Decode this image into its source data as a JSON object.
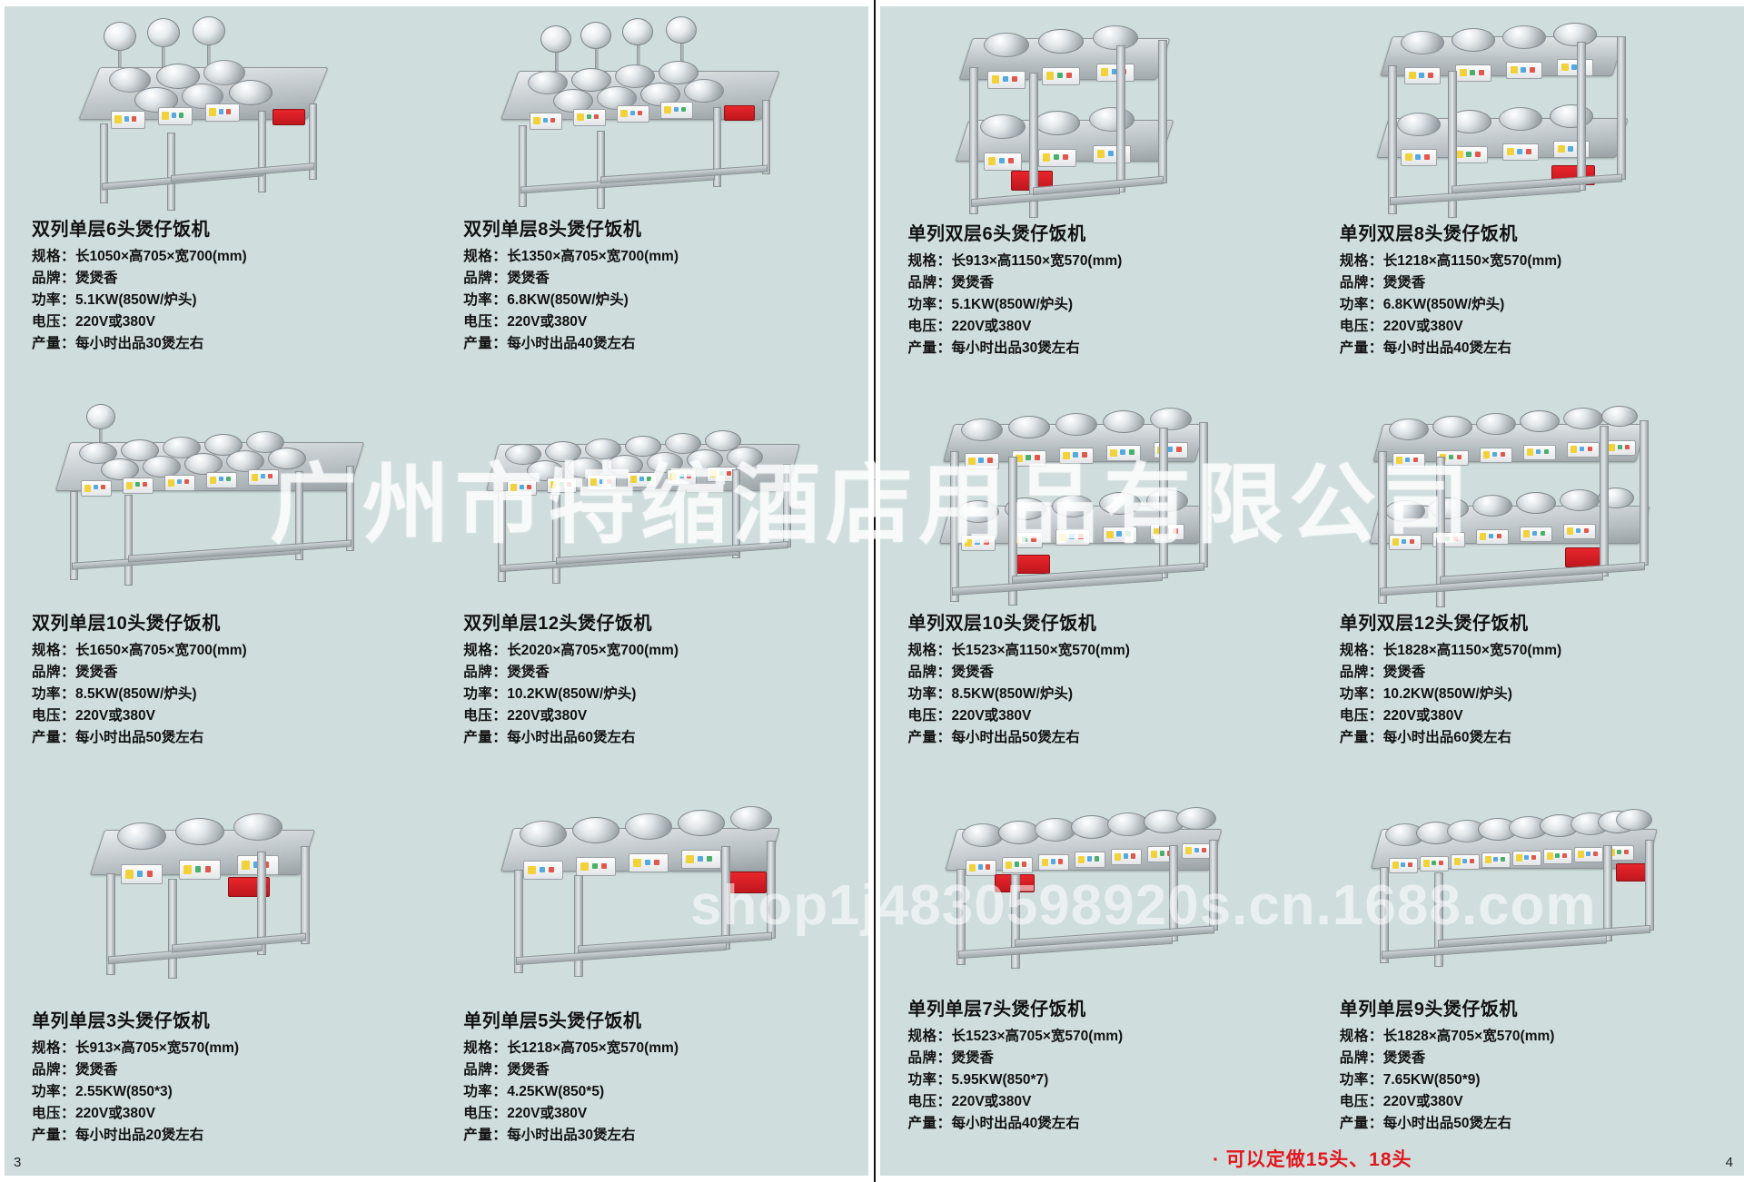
{
  "document": {
    "type": "product-catalog-spread",
    "brand_watermark": "广州市特缩酒店用品有限公司",
    "url_watermark": "shop1j4830598920s.cn.1688.com"
  },
  "labels": {
    "spec": "规格：",
    "brand": "品牌：",
    "power": "功率：",
    "voltage": "电压：",
    "output": "产量："
  },
  "left_page": {
    "page_number": "3",
    "products": [
      {
        "title": "双列单层6头煲仔饭机",
        "spec": "长1050×高705×宽700(mm)",
        "brand": "煲煲香",
        "power": "5.1KW(850W/炉头)",
        "voltage": "220V或380V",
        "output": "每小时出品30煲左右"
      },
      {
        "title": "双列单层8头煲仔饭机",
        "spec": "长1350×高705×宽700(mm)",
        "brand": "煲煲香",
        "power": "6.8KW(850W/炉头)",
        "voltage": "220V或380V",
        "output": "每小时出品40煲左右"
      },
      {
        "title": "双列单层10头煲仔饭机",
        "spec": "长1650×高705×宽700(mm)",
        "brand": "煲煲香",
        "power": "8.5KW(850W/炉头)",
        "voltage": "220V或380V",
        "output": "每小时出品50煲左右"
      },
      {
        "title": "双列单层12头煲仔饭机",
        "spec": "长2020×高705×宽700(mm)",
        "brand": "煲煲香",
        "power": "10.2KW(850W/炉头)",
        "voltage": "220V或380V",
        "output": "每小时出品60煲左右"
      },
      {
        "title": "单列单层3头煲仔饭机",
        "spec": "长913×高705×宽570(mm)",
        "brand": "煲煲香",
        "power": "2.55KW(850*3)",
        "voltage": "220V或380V",
        "output": "每小时出品20煲左右"
      },
      {
        "title": "单列单层5头煲仔饭机",
        "spec": "长1218×高705×宽570(mm)",
        "brand": "煲煲香",
        "power": "4.25KW(850*5)",
        "voltage": "220V或380V",
        "output": "每小时出品30煲左右"
      }
    ]
  },
  "right_page": {
    "page_number": "4",
    "footer_note": "· 可以定做15头、18头",
    "products": [
      {
        "title": "单列双层6头煲仔饭机",
        "spec": "长913×高1150×宽570(mm)",
        "brand": "煲煲香",
        "power": "5.1KW(850W/炉头)",
        "voltage": "220V或380V",
        "output": "每小时出品30煲左右"
      },
      {
        "title": "单列双层8头煲仔饭机",
        "spec": "长1218×高1150×宽570(mm)",
        "brand": "煲煲香",
        "power": "6.8KW(850W/炉头)",
        "voltage": "220V或380V",
        "output": "每小时出品40煲左右"
      },
      {
        "title": "单列双层10头煲仔饭机",
        "spec": "长1523×高1150×宽570(mm)",
        "brand": "煲煲香",
        "power": "8.5KW(850W/炉头)",
        "voltage": "220V或380V",
        "output": "每小时出品50煲左右"
      },
      {
        "title": "单列双层12头煲仔饭机",
        "spec": "长1828×高1150×宽570(mm)",
        "brand": "煲煲香",
        "power": "10.2KW(850W/炉头)",
        "voltage": "220V或380V",
        "output": "每小时出品60煲左右"
      },
      {
        "title": "单列单层7头煲仔饭机",
        "spec": "长1523×高705×宽570(mm)",
        "brand": "煲煲香",
        "power": "5.95KW(850*7)",
        "voltage": "220V或380V",
        "output": "每小时出品40煲左右"
      },
      {
        "title": "单列单层9头煲仔饭机",
        "spec": "长1828×高705×宽570(mm)",
        "brand": "煲煲香",
        "power": "7.65KW(850*9)",
        "voltage": "220V或380V",
        "output": "每小时出品50煲左右"
      }
    ]
  },
  "colors": {
    "page_background": "#cfdedc",
    "text": "#111111",
    "accent_red": "#e3171f",
    "steel_light": "#e9ecee",
    "steel_dark": "#9aa2a6"
  }
}
